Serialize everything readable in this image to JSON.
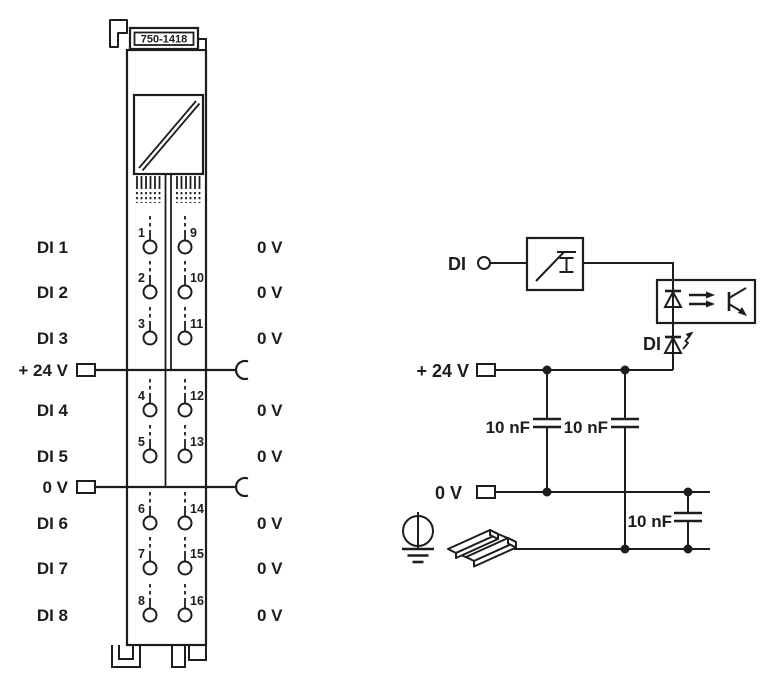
{
  "colors": {
    "ink": "#1d1d1d",
    "background": "#ffffff"
  },
  "module": {
    "part_number": "750-1418",
    "rows": [
      {
        "label": "DI 1",
        "left_terminal": "1",
        "right_terminal": "9",
        "right_label": "0 V"
      },
      {
        "label": "DI 2",
        "left_terminal": "2",
        "right_terminal": "10",
        "right_label": "0 V"
      },
      {
        "label": "DI 3",
        "left_terminal": "3",
        "right_terminal": "11",
        "right_label": "0 V"
      },
      {
        "label": "+ 24 V"
      },
      {
        "label": "DI 4",
        "left_terminal": "4",
        "right_terminal": "12",
        "right_label": "0 V"
      },
      {
        "label": "DI 5",
        "left_terminal": "5",
        "right_terminal": "13",
        "right_label": "0 V"
      },
      {
        "label": "0 V"
      },
      {
        "label": "DI 6",
        "left_terminal": "6",
        "right_terminal": "14",
        "right_label": "0 V"
      },
      {
        "label": "DI 7",
        "left_terminal": "7",
        "right_terminal": "15",
        "right_label": "0 V"
      },
      {
        "label": "DI 8",
        "left_terminal": "8",
        "right_terminal": "16",
        "right_label": "0 V"
      }
    ]
  },
  "schematic": {
    "input_label": "DI",
    "led_label": "DI",
    "supply_label": "+ 24 V",
    "zero_volt_label": "0 V",
    "cap_left_label": "10 nF",
    "cap_mid_label": "10 nF",
    "cap_right_label": "10 nF",
    "icons": {
      "filter": "input-filter-threshold-icon",
      "optocoupler": "optocoupler-icon",
      "led": "status-led-icon",
      "ground": "earth-ground-icon",
      "din_rail": "din-rail-icon"
    }
  }
}
